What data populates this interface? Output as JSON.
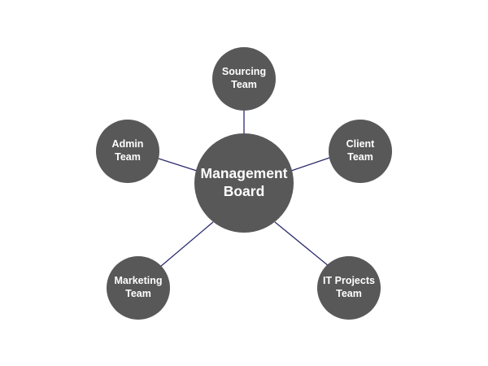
{
  "diagram": {
    "line_color": "#2b2b6e",
    "node_color": "#585858",
    "text_color": "#ffffff",
    "center": {
      "line1": "Management",
      "line2": "Board"
    },
    "nodes": {
      "sourcing": {
        "line1": "Sourcing",
        "line2": "Team"
      },
      "admin": {
        "line1": "Admin",
        "line2": "Team"
      },
      "client": {
        "line1": "Client",
        "line2": "Team"
      },
      "marketing": {
        "line1": "Marketing",
        "line2": "Team"
      },
      "itprojects": {
        "line1": "IT Projects",
        "line2": "Team"
      }
    }
  }
}
